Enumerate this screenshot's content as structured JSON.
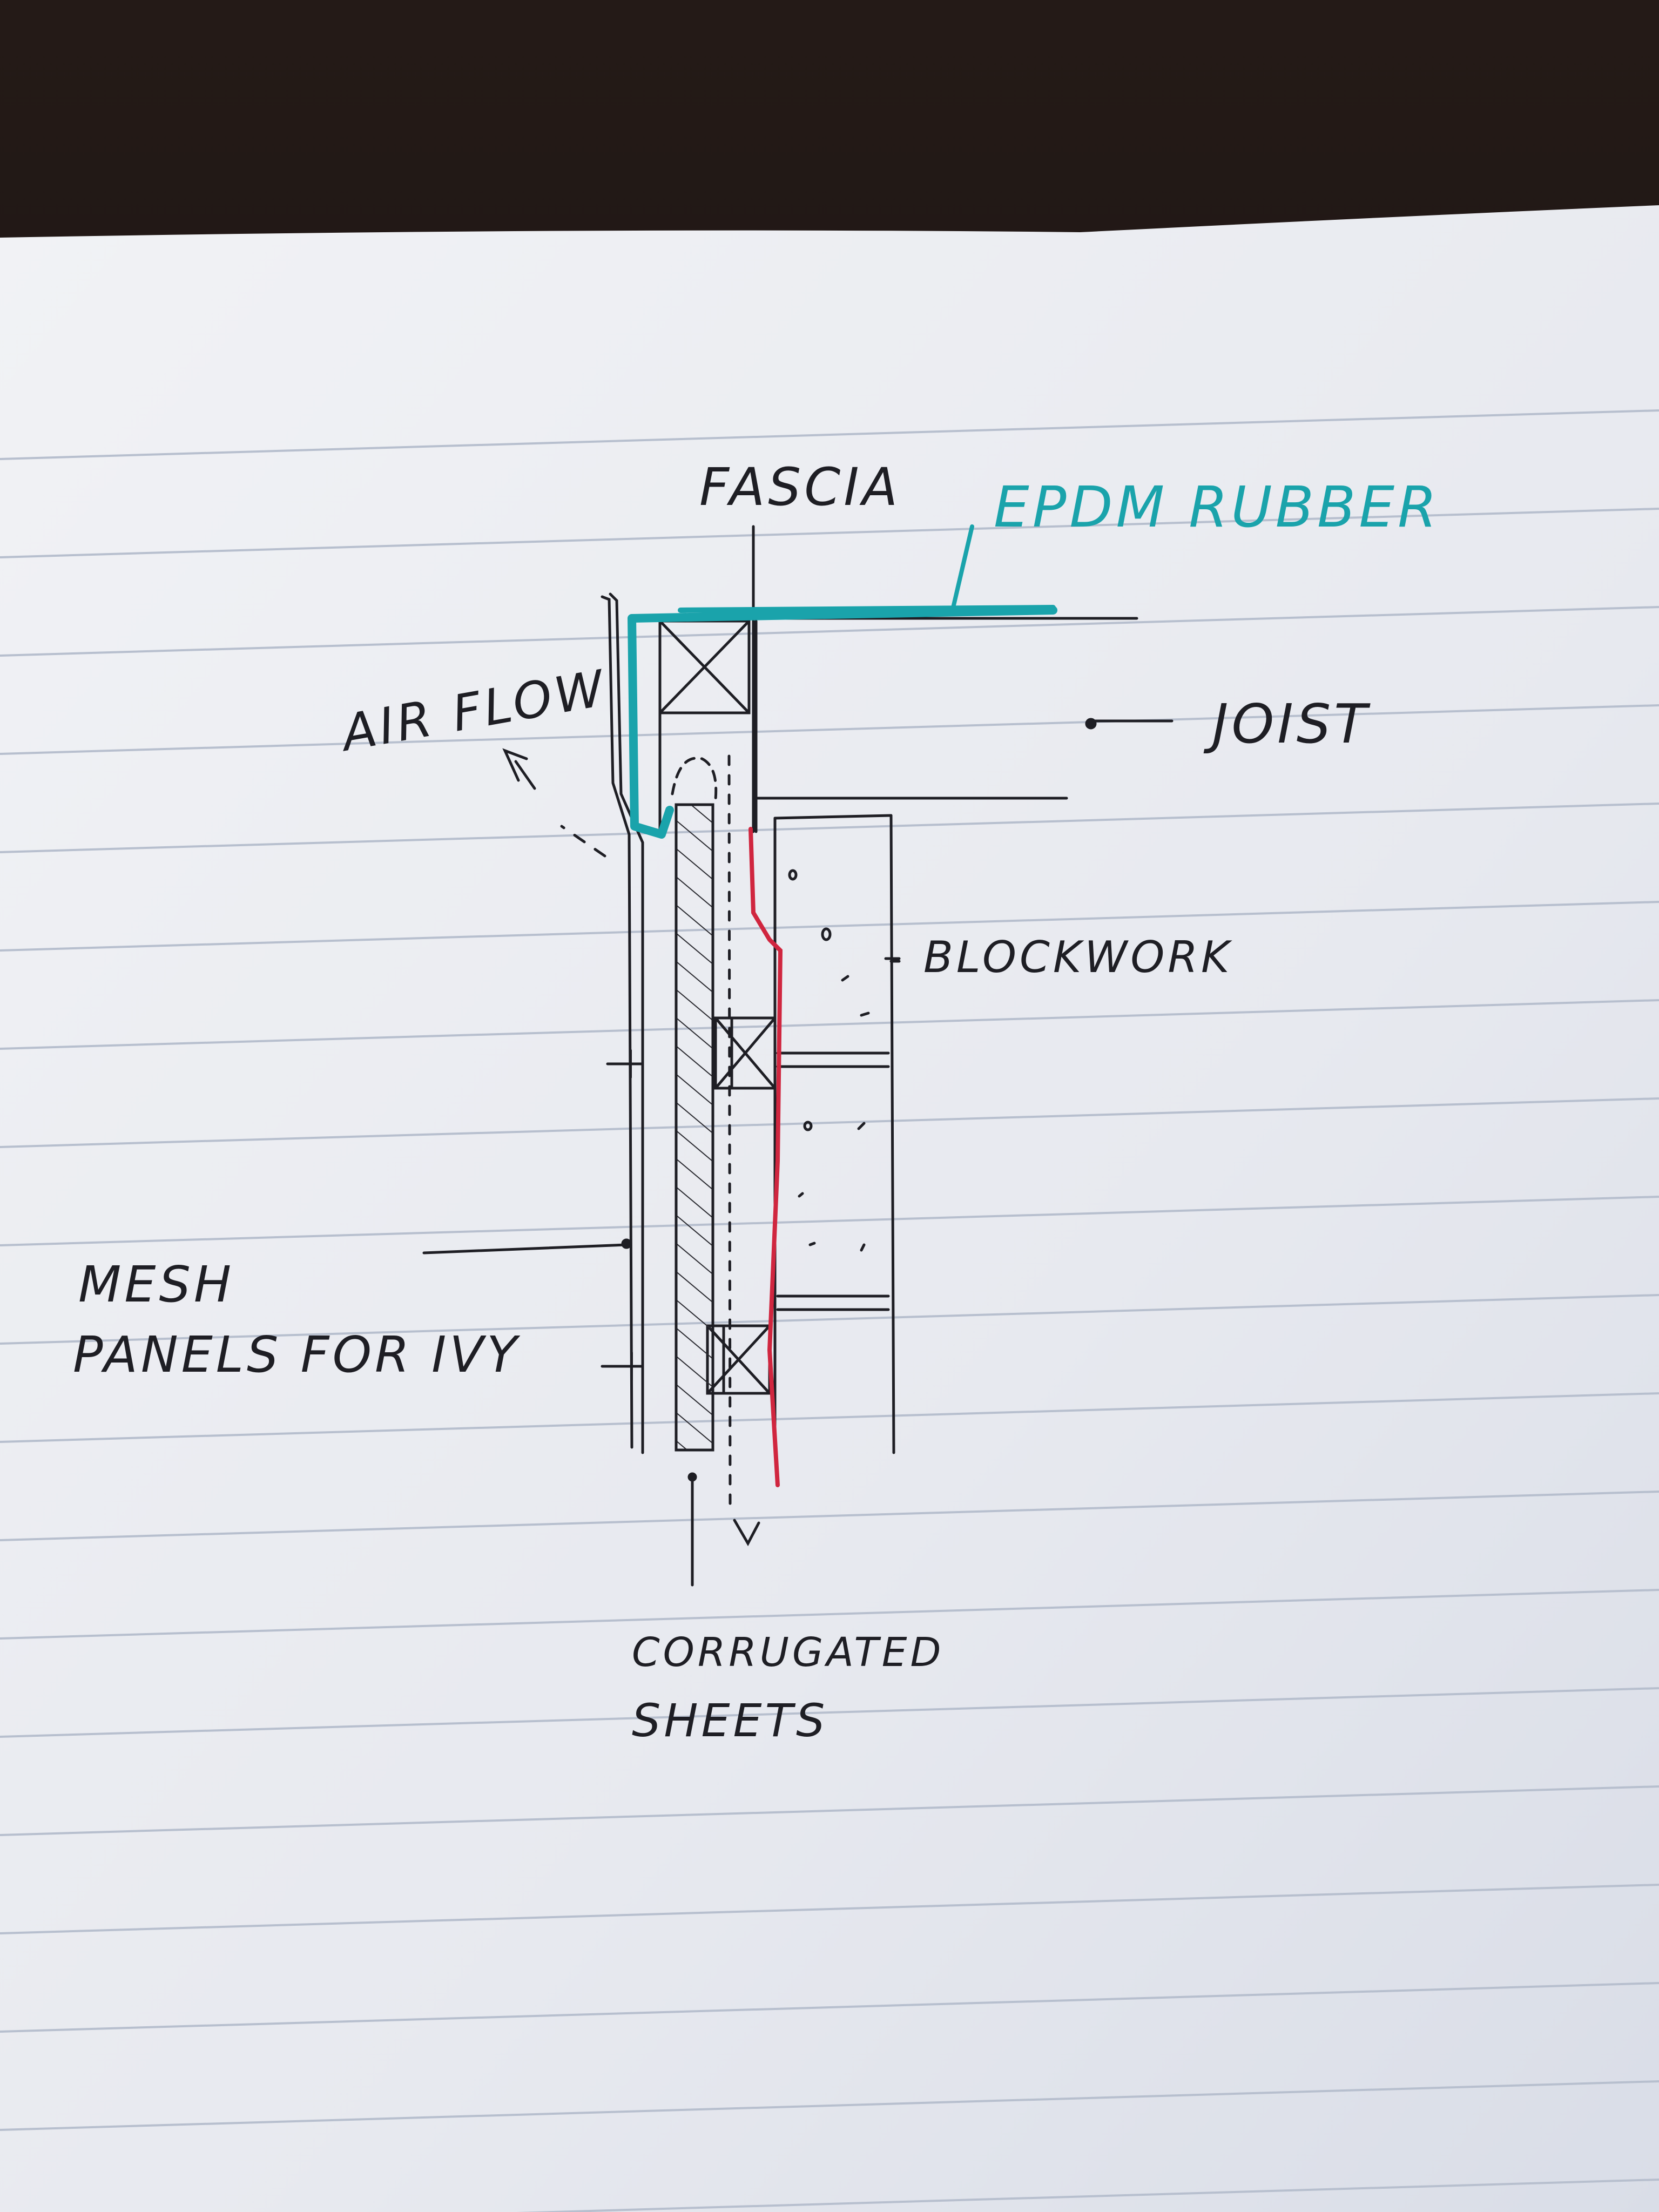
{
  "sketch": {
    "labels": {
      "fascia": "FASCIA",
      "epdm": "EPDM RUBBER",
      "joist": "JOIST",
      "airflow": "AIR FLOW",
      "blockwork": "BLOCKWORK",
      "mesh_line1": "MESH",
      "mesh_line2": "PANELS FOR IVY",
      "corrugated_line1": "CORRUGATED",
      "corrugated_line2": "SHEETS"
    },
    "colors": {
      "paper": "#eceef3",
      "ink": "#1e1e24",
      "epdm": "#1aa3ab",
      "membrane": "#d0263f",
      "ruling": "#b7bfce",
      "background": "#1c1412"
    }
  }
}
